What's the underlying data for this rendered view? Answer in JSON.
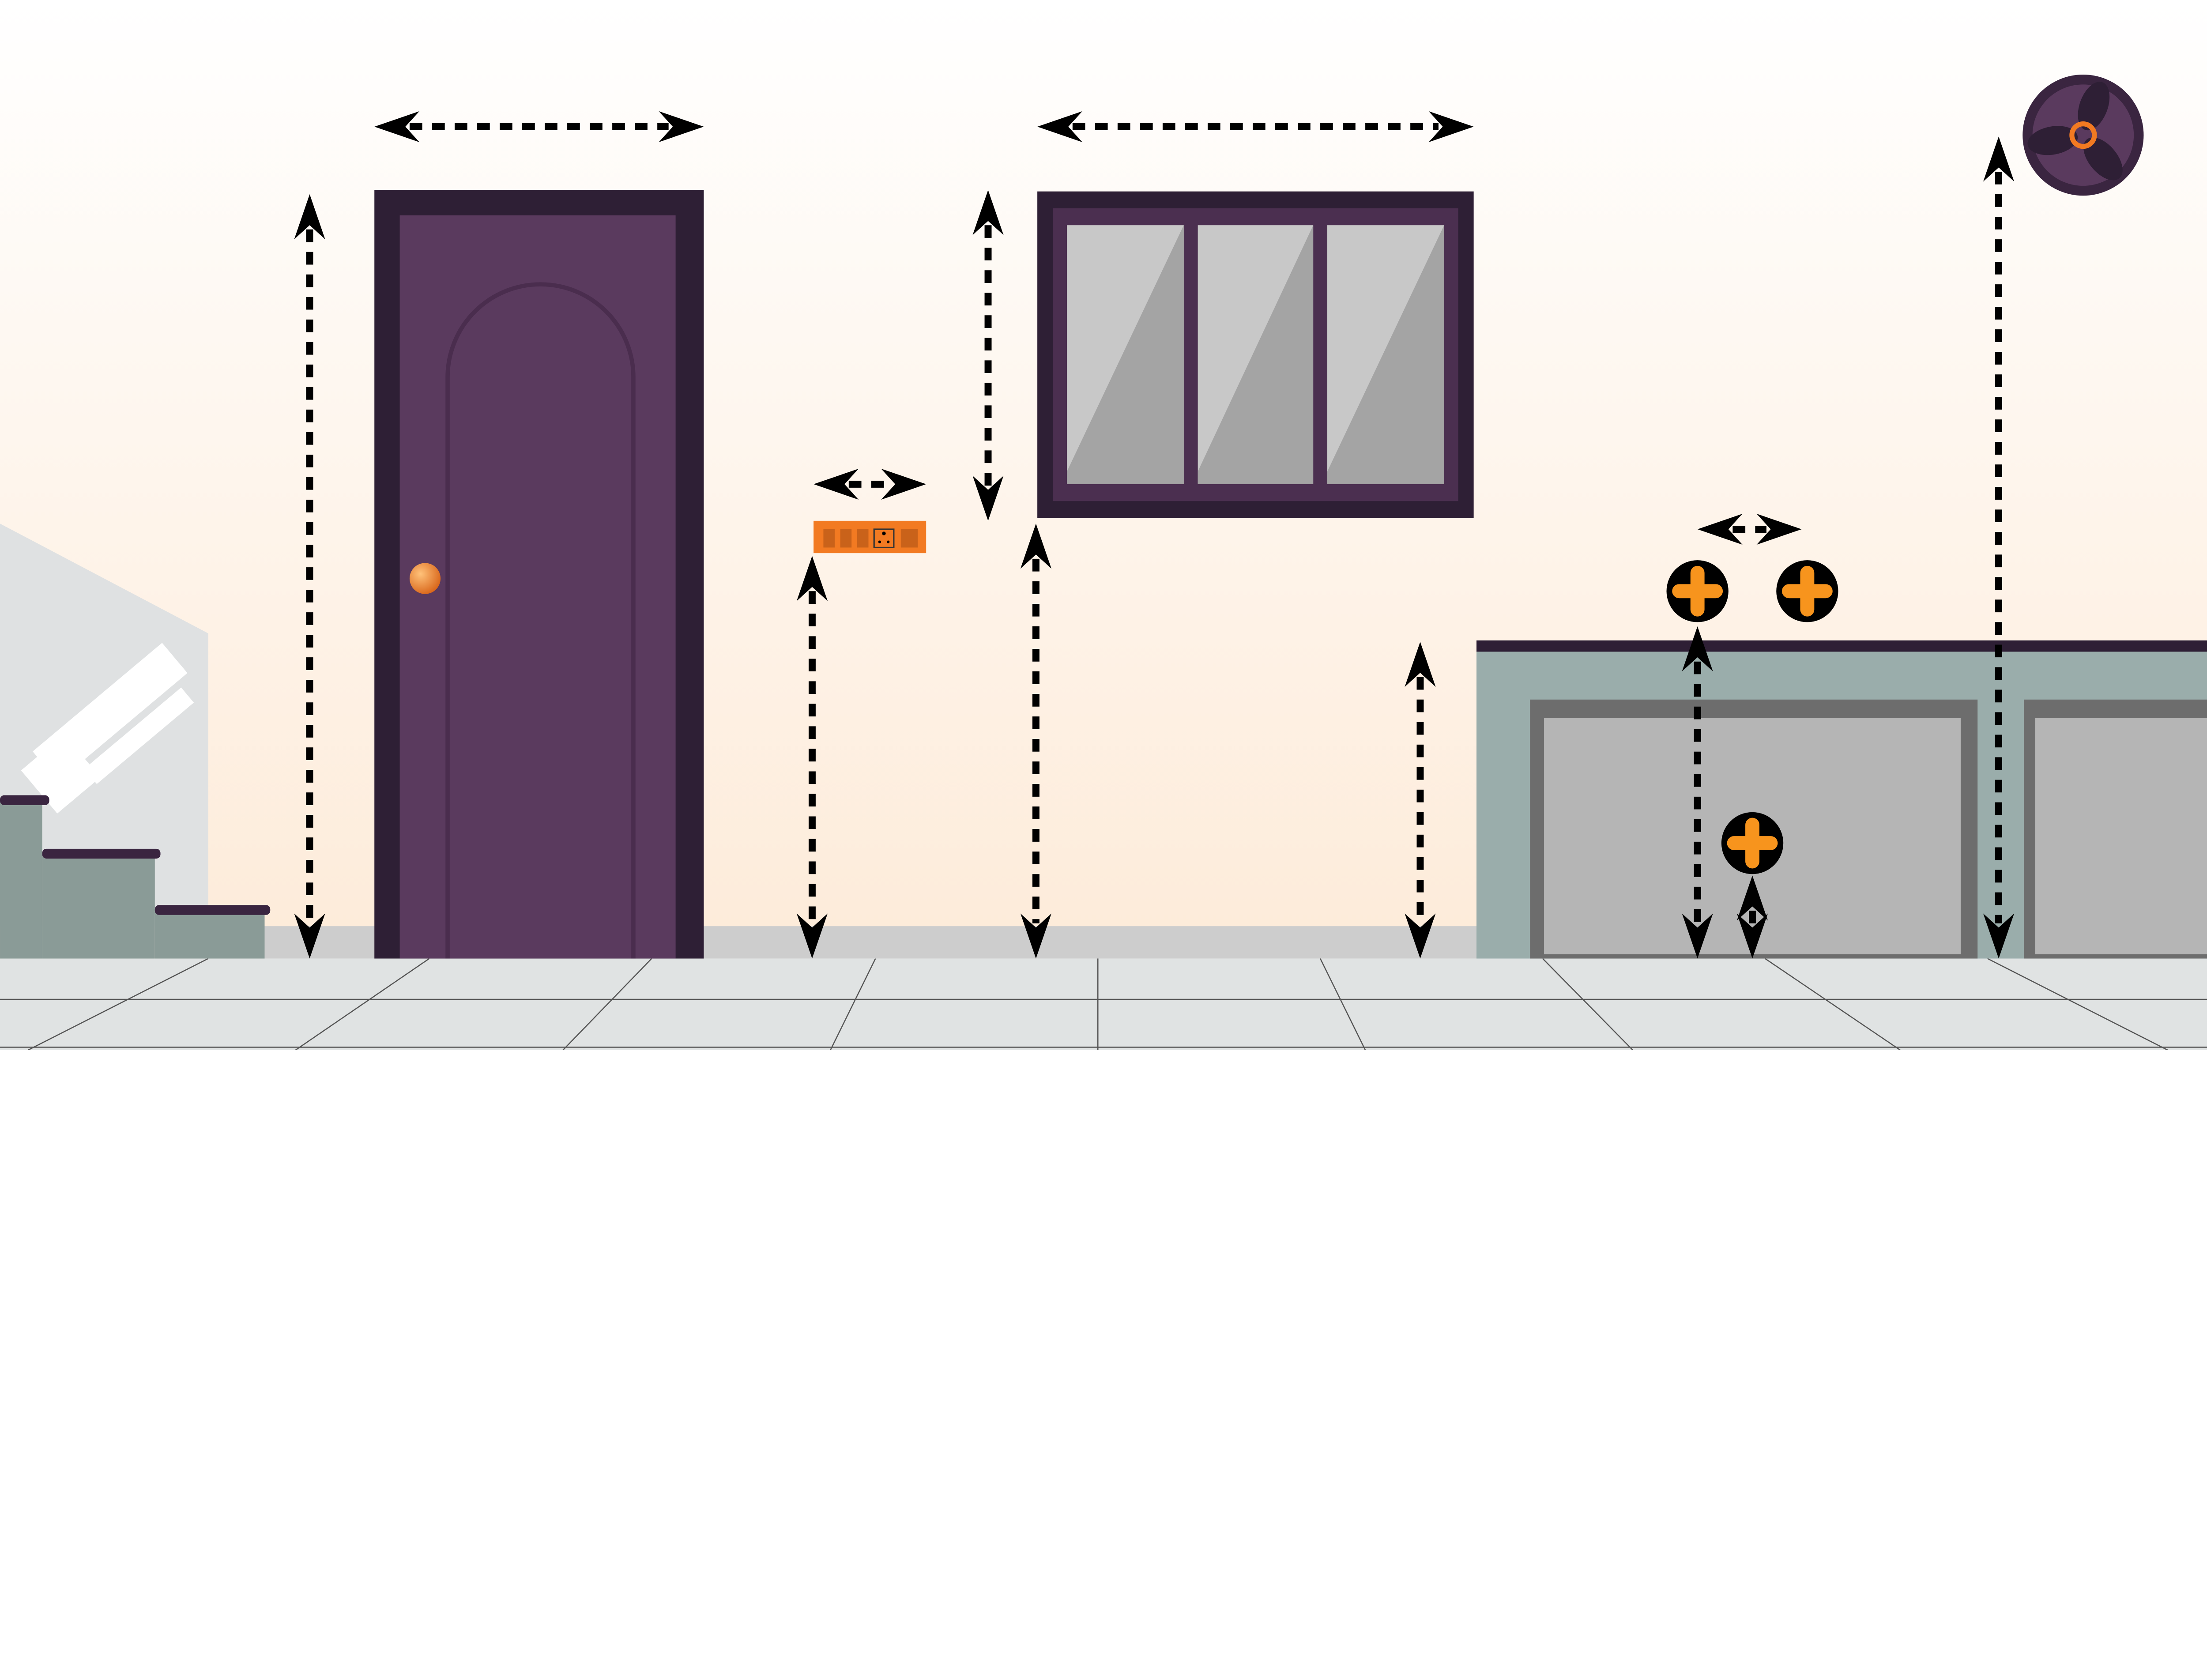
{
  "colors": {
    "wall_top": "#ffffff",
    "wall_bottom": "#fdebd9",
    "door_frame": "#2e1f35",
    "door_panel": "#5a3a5e",
    "accent_orange": "#f27a22",
    "cabinet": "#9aadab",
    "cabinet_panel": "#b5b5b5",
    "window_pane": "#c8c8c8",
    "floor": "#e0e3e3",
    "arrow": "#000000"
  },
  "icons": [
    "door",
    "window",
    "socket-board",
    "wall-fan",
    "plug-point",
    "stairs",
    "cabinet",
    "dimension-arrow"
  ]
}
